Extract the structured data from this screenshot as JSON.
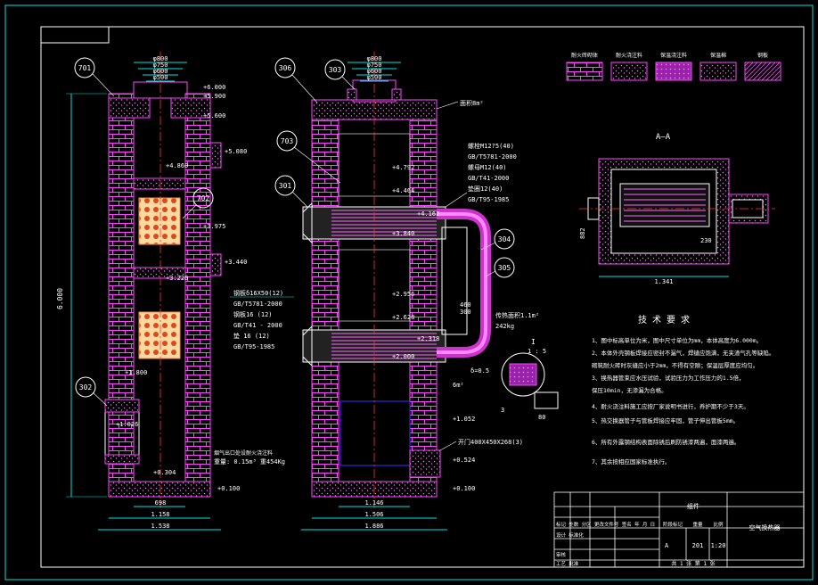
{
  "colors": {
    "background": "#000000",
    "frame": "#ffffff",
    "dimension": "#00e5e5",
    "brick": "#ff44ff",
    "text_white": "#ffffff",
    "text_yellow": "#ffff66",
    "leader": "#00e5e5",
    "blue_rect": "#3333ff",
    "insulation_fill": "#cc33cc"
  },
  "legend": {
    "swatches": [
      "耐火砖砌体",
      "耐火浇注料",
      "保温浇注料",
      "保温棉",
      "钢板"
    ]
  },
  "left_view": {
    "balloon_701": "701",
    "balloon_702": "702",
    "balloon_302": "302",
    "top_dims": [
      "φ800",
      "φ750",
      "φ600",
      "φ500"
    ],
    "elevations": [
      "+6.000",
      "+5.900",
      "+5.600",
      "+5.080",
      "+4.860",
      "+3.975",
      "+3.440",
      "+3.220",
      "+1.800",
      "+1.026",
      "+0.304",
      "+0.100"
    ],
    "overall_height": "6.000",
    "bottom_dims": [
      "698",
      "1.158",
      "1.538"
    ],
    "spec_lines": [
      "钢板δ16X50(12)",
      "GB/T5781-2000",
      "钢板16 (12)",
      "GB/T41 - 2000",
      "垫 16 (12)",
      "GB/T95-1985"
    ],
    "note_lines": [
      "烟气出口处设耐火浇注料",
      "重量: 0.15m³  重454Kg"
    ]
  },
  "middle_view": {
    "balloon_306": "306",
    "balloon_303": "303",
    "balloon_703": "703",
    "balloon_301": "301",
    "balloon_304": "304",
    "balloon_305": "305",
    "top_dims": [
      "φ800",
      "φ750",
      "φ600",
      "φ500"
    ],
    "area_label": "面积8m²",
    "elevations": [
      "+4.792",
      "+4.464",
      "+4.162",
      "+3.840",
      "+2.956",
      "+2.628",
      "+2.318",
      "+2.000",
      "+1.052",
      "+0.524",
      "+0.100"
    ],
    "spec_lines": [
      "螺栓M12?5(40)",
      "GB/T5781-2000",
      "螺母M12(40)",
      "GB/T41-2000",
      "垫圈12(40)",
      "GB/T95-1985"
    ],
    "pipe_dims": [
      "460",
      "300"
    ],
    "pipe_note": [
      "传热面积1.1m²",
      "242kg"
    ],
    "lower_area": "6m²",
    "thickness": "δ=0.5",
    "opening": "开门400X450X268(3)",
    "bottom_dims": [
      "1.146",
      "1.506",
      "1.886"
    ]
  },
  "section_view": {
    "title": "A—A",
    "dims": [
      "1.341",
      "230",
      "882"
    ]
  },
  "detail": {
    "label": "I",
    "scale": "1 : 5",
    "dims": [
      "3",
      "80"
    ]
  },
  "tech": {
    "title": "技 术 要 求",
    "lines": [
      "1、图中标高单位为米，图中尺寸单位为mm，本体高度为6.000m。",
      "2、本体外壳钢板焊接应密封不漏气，焊缝应饱满，无夹渣气孔等缺陷。",
      "   砌筑耐火砖时灰缝应小于2mm，不得有空隙；保温层厚度应均匀。",
      "3、换热器管束应水压试验，试验压力为工作压力的1.5倍，",
      "   保压10min，无渗漏为合格。",
      "4、耐火浇注料施工应按厂家说明书进行，养护期不少于3天。",
      "5、热交换器管子与管板焊接应牢固，管子伸出管板5mm。",
      "6、所有外露钢结构表面除锈后刷防锈漆两遍，面漆两遍。",
      "7、其余按相应国家标准执行。"
    ]
  },
  "title_block": {
    "drawing_title": "空气换热器",
    "material": "组件",
    "rows": [
      "标记  处数  分区  更改文件号  签名  年 月 日",
      "设计            标准化",
      "审核",
      "工艺            批准"
    ],
    "stage": "A",
    "weight": "201",
    "scale": "1:20",
    "sheet": "共 1 张    第 1 张",
    "cols": [
      "阶段标记",
      "重量",
      "比例"
    ]
  }
}
